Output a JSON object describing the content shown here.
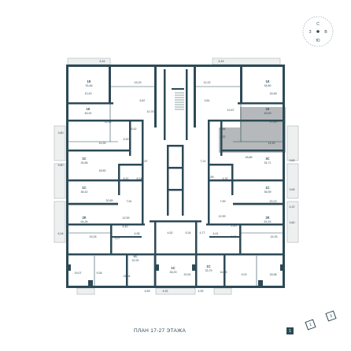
{
  "title": "ПЛАН 17-27 ЭТАЖА",
  "floor_tabs": [
    "1",
    "2",
    "3"
  ],
  "compass": {
    "north": "С",
    "south": "Ю",
    "west": "З",
    "east": "В"
  },
  "apartments": [
    {
      "type": "1К",
      "area": "33,46"
    },
    {
      "type": "1К",
      "area": "34,80"
    },
    {
      "type": "1К",
      "area": "45,91"
    },
    {
      "type": "1К",
      "area": "45,69"
    },
    {
      "type": "1С",
      "area": "34,66"
    },
    {
      "type": "3С",
      "area": "34,71"
    },
    {
      "type": "1С",
      "area": "36,42"
    },
    {
      "type": "1С",
      "area": "36,59"
    },
    {
      "type": "2К",
      "area": "64,26"
    },
    {
      "type": "2К",
      "area": "63,15"
    },
    {
      "type": "1С",
      "area": "32,92"
    },
    {
      "type": "1С",
      "area": "35,29"
    },
    {
      "type": "1С",
      "area": "33,79"
    }
  ],
  "room_labels": [
    "6,16",
    "6,16",
    "10,43",
    "15,23",
    "12,22",
    "16,48",
    "5,87",
    "3,81",
    "10,76",
    "12,67",
    "11,39",
    "17,39",
    "5,52",
    "3,56",
    "14,90",
    "4,32",
    "4,52",
    "14,90",
    "3,60",
    "3,60",
    "18,82",
    "7,57",
    "7,21",
    "18,85",
    "6,41",
    "6,34",
    "4,89",
    "4,32",
    "3,60",
    "3,65",
    "4,22",
    "20,85",
    "7,51",
    "7,59",
    "20,23",
    "12,59",
    "12,59",
    "5,40",
    "6,16",
    "15,25",
    "3,07",
    "4,95",
    "4,52",
    "5,34",
    "4,77",
    "4,41",
    "2,45",
    "3,05",
    "15,33",
    "3,60",
    "19,07",
    "9,26",
    "18,54",
    "20,51",
    "16,35",
    "9,23",
    "18,98",
    "4,89",
    "4,92",
    "4,90"
  ],
  "colors": {
    "wall": "#2d4a56",
    "highlight": "#b5b9bb",
    "balcony": "#eef0f0"
  }
}
